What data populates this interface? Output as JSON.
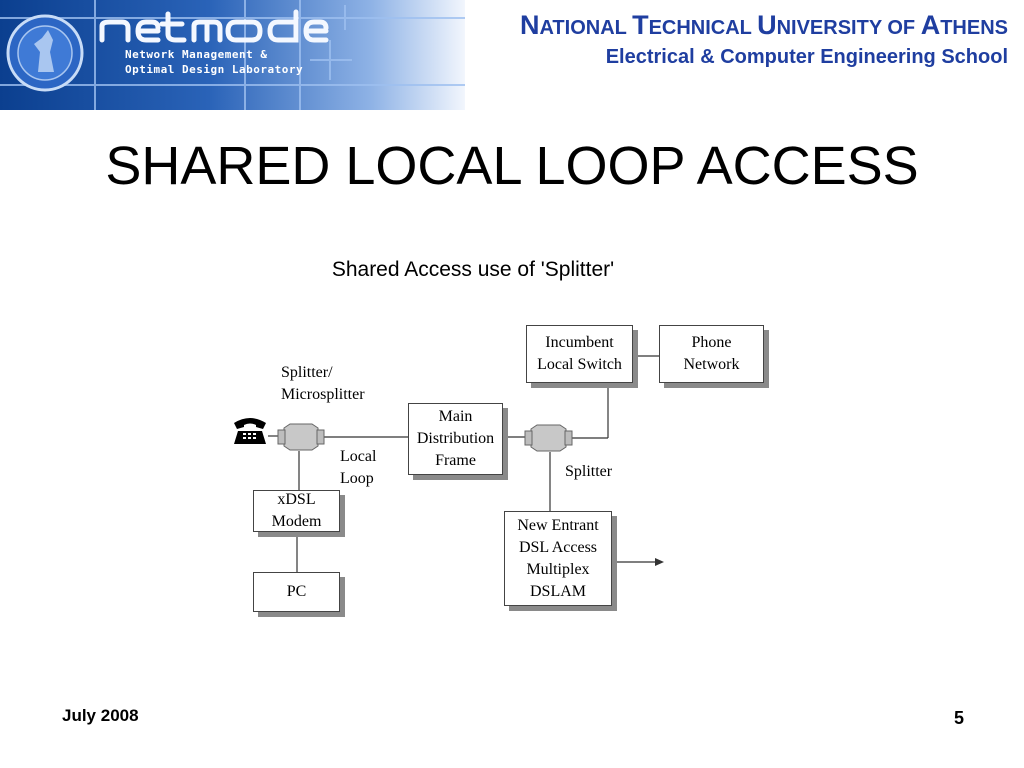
{
  "header": {
    "logo": {
      "name": "netmode",
      "line1": "Network Management &",
      "line2": "Optimal Design Laboratory"
    },
    "university": {
      "line1_parts": [
        "N",
        "ATIONAL ",
        "T",
        "ECHNICAL ",
        "U",
        "NIVERSITY OF ",
        "A",
        "THENS"
      ],
      "line2": "Electrical & Computer Engineering School"
    },
    "colors": {
      "university_text": "#1f3ea0",
      "banner": "#1c55ad"
    }
  },
  "slide": {
    "title": "SHARED LOCAL LOOP ACCESS",
    "subtitle": "Shared Access use of 'Splitter'"
  },
  "diagram": {
    "boxes": {
      "incumbent": "Incumbent\nLocal Switch",
      "phone": "Phone\nNetwork",
      "mdf": "Main\nDistribution\nFrame",
      "xdsl": "xDSL\nModem",
      "pc": "PC",
      "dslam": "New Entrant\nDSL Access\nMultiplex\nDSLAM"
    },
    "labels": {
      "splitter_micro": "Splitter/\nMicrosplitter",
      "local_loop": "Local\nLoop",
      "splitter": "Splitter"
    },
    "icons": [
      "telephone-icon",
      "splitter-icon",
      "arrow-right-icon"
    ]
  },
  "footer": {
    "date": "July 2008",
    "page": "5"
  }
}
